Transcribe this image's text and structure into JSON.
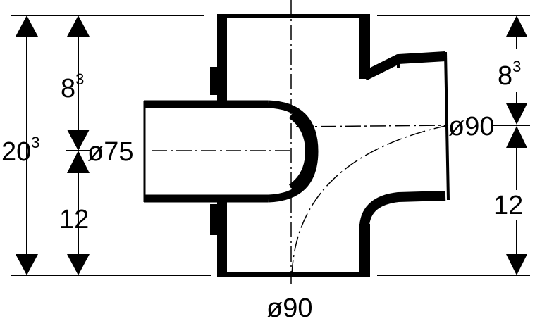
{
  "drawing": {
    "line_color": "#000000",
    "background": "#ffffff",
    "dimensions": {
      "left_total": {
        "base": "20",
        "sup": "3"
      },
      "left_upper": {
        "base": "8",
        "sup": "3"
      },
      "left_lower": "12",
      "inlet_diameter": "ø75",
      "right_upper": {
        "base": "8",
        "sup": "3"
      },
      "right_lower": "12",
      "branch_diameter": "ø90",
      "bottom_diameter": "ø90"
    }
  }
}
